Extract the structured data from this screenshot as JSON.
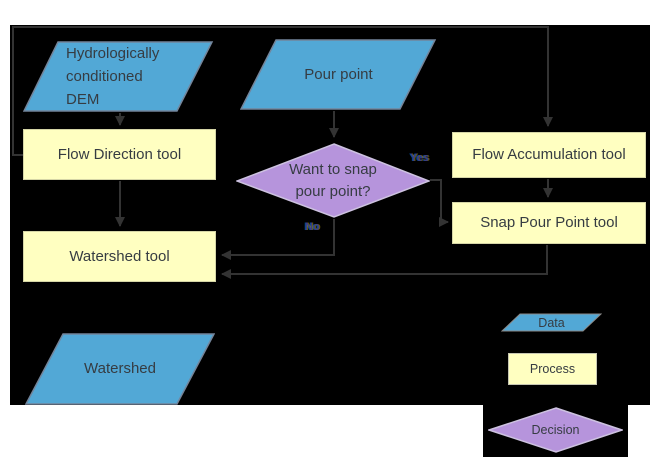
{
  "diagram": {
    "title_hint": "Watershed delineation flowchart",
    "nodes": {
      "dem": {
        "label": "Hydrologically\nconditioned\nDEM",
        "type": "data"
      },
      "pour_point": {
        "label": "Pour point",
        "type": "data"
      },
      "flow_direction": {
        "label": "Flow Direction tool",
        "type": "process"
      },
      "flow_accumulation": {
        "label": "Flow Accumulation tool",
        "type": "process"
      },
      "snap_pour_point": {
        "label": "Snap Pour Point tool",
        "type": "process"
      },
      "watershed_tool": {
        "label": "Watershed tool",
        "type": "process"
      },
      "watershed": {
        "label": "Watershed",
        "type": "data"
      },
      "snap_decision": {
        "label": "Want to snap\npour point?",
        "type": "decision"
      }
    },
    "edge_labels": {
      "yes": "Yes",
      "no": "No"
    },
    "legend": {
      "data_label": "Data",
      "process_label": "Process",
      "decision_label": "Decision"
    },
    "colors": {
      "background": "#000000",
      "data_fill": "#52a8d6",
      "process_fill": "#ffffc1",
      "decision_fill": "#b694dc",
      "connector": "#333333",
      "text": "#363c42"
    }
  }
}
